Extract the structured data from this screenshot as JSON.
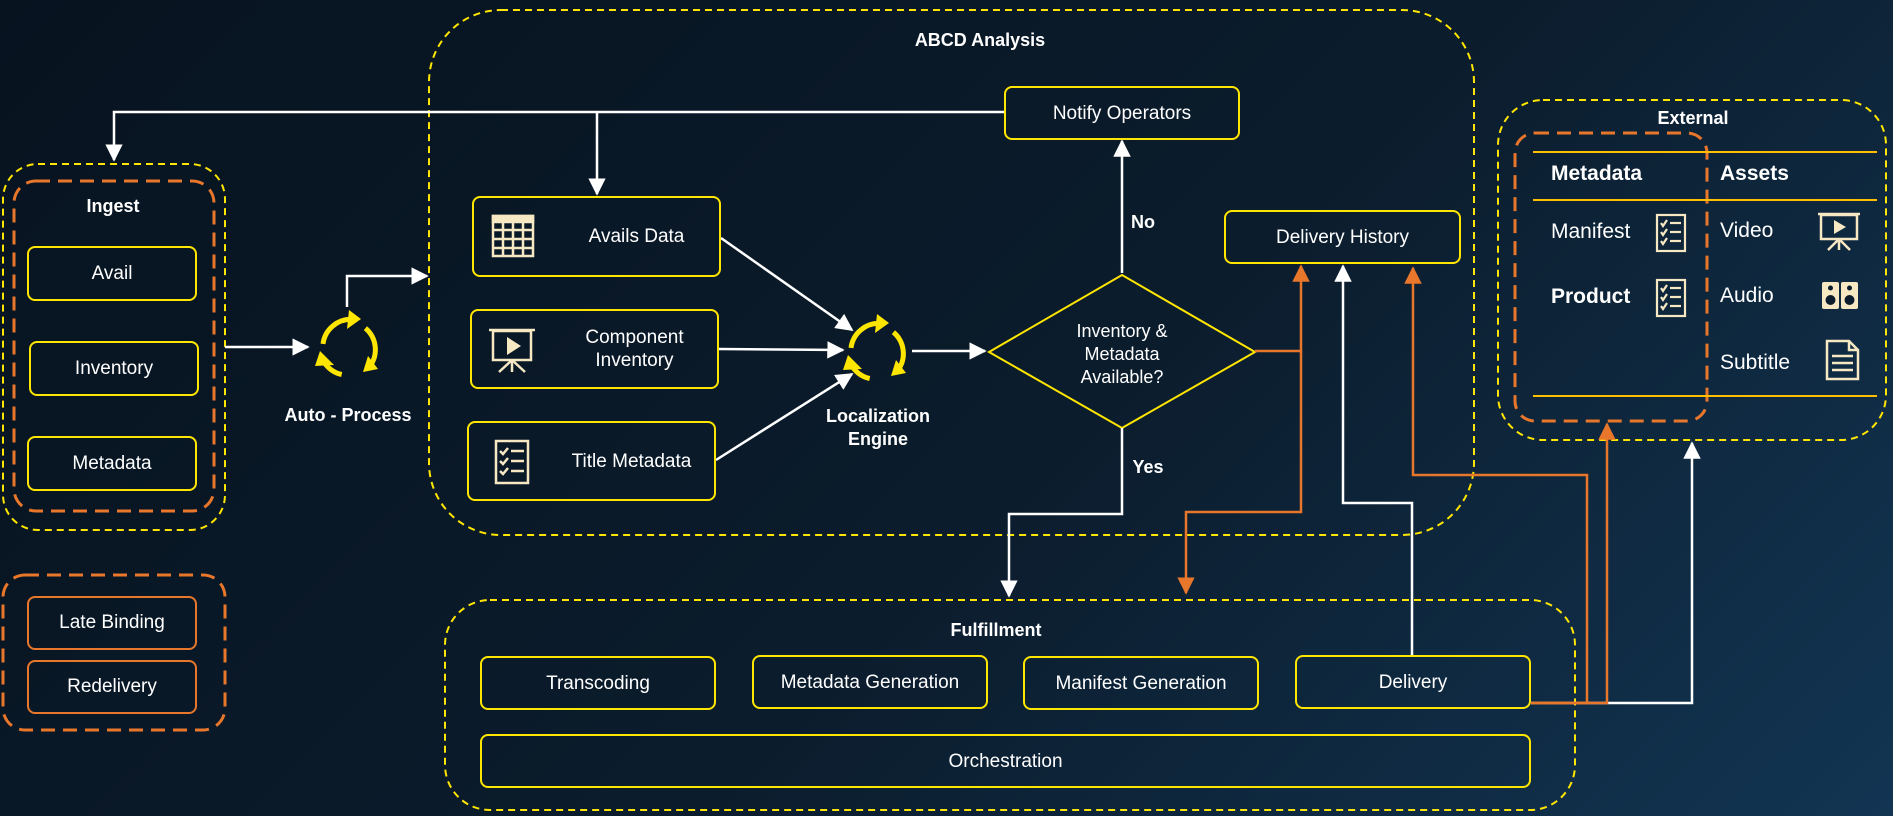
{
  "colors": {
    "yellow": "#ffe600",
    "orange": "#e8762b",
    "white": "#ffffff",
    "cream": "#f7e8c4"
  },
  "groups": {
    "analysis": "ABCD Analysis",
    "ingest": "Ingest",
    "fulfillment": "Fulfillment",
    "external": "External"
  },
  "ingest": {
    "items": [
      "Avail",
      "Inventory",
      "Metadata"
    ]
  },
  "late": {
    "items": [
      "Late Binding",
      "Redelivery"
    ]
  },
  "auto_process": "Auto - Process",
  "analysis": {
    "notify": "Notify Operators",
    "avails": "Avails Data",
    "component": "Component\nInventory",
    "title_meta": "Title Metadata",
    "engine": "Localization\nEngine",
    "decision": "Inventory &\nMetadata\nAvailable?",
    "no": "No",
    "yes": "Yes",
    "history": "Delivery History"
  },
  "fulfillment": {
    "items": [
      "Transcoding",
      "Metadata Generation",
      "Manifest Generation",
      "Delivery"
    ],
    "orchestration": "Orchestration"
  },
  "external": {
    "metadata_header": "Metadata",
    "assets_header": "Assets",
    "manifest": "Manifest",
    "product": "Product",
    "video": "Video",
    "audio": "Audio",
    "subtitle": "Subtitle"
  },
  "icons": [
    "calendar-icon",
    "presentation-icon",
    "checklist-icon",
    "refresh-icon",
    "speaker-icon",
    "document-icon"
  ]
}
